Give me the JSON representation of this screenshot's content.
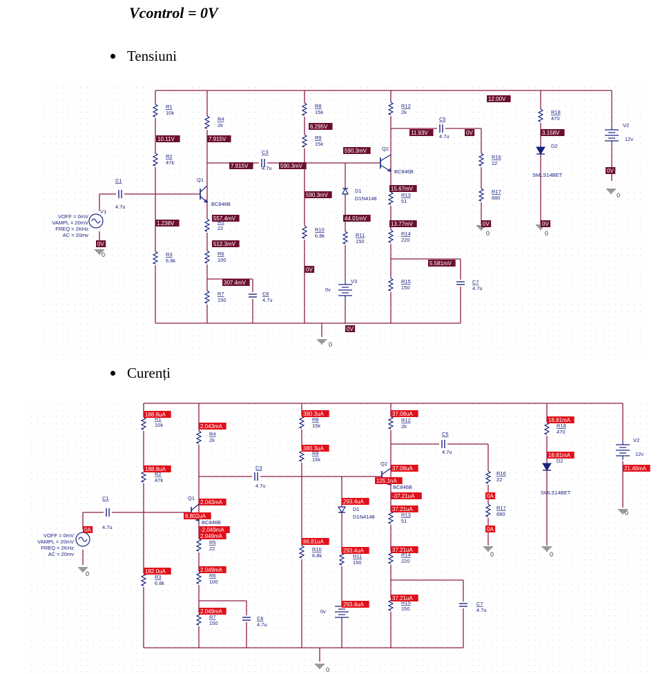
{
  "heading": "Vcontrol = 0V",
  "bullets": [
    "Tensiuni",
    "Curenți"
  ],
  "voltage_schematic": {
    "parts": {
      "R1": [
        "R1",
        "10k"
      ],
      "R2": [
        "R2",
        "47k"
      ],
      "R3": [
        "R3",
        "6.8k"
      ],
      "R4": [
        "R4",
        "2k"
      ],
      "R5": [
        "R5",
        "22"
      ],
      "R6": [
        "R6",
        "100"
      ],
      "R7": [
        "R7",
        "150"
      ],
      "R8": [
        "R8",
        "15k"
      ],
      "R9": [
        "R9",
        "15k"
      ],
      "R10": [
        "R10",
        "6.8k"
      ],
      "R11": [
        "R11",
        "150"
      ],
      "R12": [
        "R12",
        "2k"
      ],
      "R13": [
        "R13",
        "51"
      ],
      "R14": [
        "R14",
        "220"
      ],
      "R15": [
        "R15",
        "150"
      ],
      "R16": [
        "R16",
        "22"
      ],
      "R17": [
        "R17",
        "680"
      ],
      "R18": [
        "R18",
        "470"
      ],
      "C1": [
        "C1",
        "4.7u"
      ],
      "C3": [
        "C3",
        "4.7u"
      ],
      "C5": [
        "C5",
        "4.7u"
      ],
      "C6": [
        "C6",
        "4.7u"
      ],
      "C7": [
        "C7",
        "4.7u"
      ],
      "Q1": [
        "Q1",
        "BC846B"
      ],
      "Q2": [
        "Q2",
        "BC846B"
      ],
      "D1": [
        "D1",
        "D1N4148"
      ],
      "D2": [
        "D2",
        "SMLS14BET"
      ],
      "V2": [
        "V2",
        "12v"
      ],
      "V3": [
        "V3",
        "0v"
      ]
    },
    "source": [
      "VOFF = 0mV",
      "VAMPL = 20mV",
      "FREQ = 2KHz",
      "AC = 20mv",
      "V1"
    ],
    "probes": [
      "12.00V",
      "10.11V",
      "7.915V",
      "6.295V",
      "590.3mV",
      "11.93V",
      "0V",
      "3.158V",
      "7.915V",
      "590.3mV",
      "15.67mV",
      "590.3mV",
      "1.238V",
      "557.4mV",
      "44.01mV",
      "13.77mV",
      "512.3mV",
      "0V",
      "5.581mV",
      "307.4mV",
      "0V",
      "0V",
      "0V",
      "0V",
      "0V"
    ],
    "ground": "0"
  },
  "current_schematic": {
    "parts": {
      "R1": [
        "R1",
        "10k"
      ],
      "R2": [
        "R2",
        "47k"
      ],
      "R3": [
        "R3",
        "6.8k"
      ],
      "R4": [
        "R4",
        "2k"
      ],
      "R5": [
        "R5",
        "22"
      ],
      "R6": [
        "R6",
        "100"
      ],
      "R7": [
        "R7",
        "150"
      ],
      "R8": [
        "R8",
        "15k"
      ],
      "R9": [
        "R9",
        "15k"
      ],
      "R10": [
        "R10",
        "6.8k"
      ],
      "R11": [
        "R11",
        "150"
      ],
      "R12": [
        "R12",
        "2k"
      ],
      "R13": [
        "R13",
        "51"
      ],
      "R14": [
        "R14",
        "220"
      ],
      "R15": [
        "R15",
        "150"
      ],
      "R16": [
        "R16",
        "22"
      ],
      "R17": [
        "R17",
        "680"
      ],
      "R18": [
        "R18",
        "470"
      ],
      "C1": [
        "C1",
        "4.7u"
      ],
      "C3": [
        "C3",
        "4.7u"
      ],
      "C5": [
        "C5",
        "4.7u"
      ],
      "C6": [
        "C6",
        "4.7u"
      ],
      "C7": [
        "C7",
        "4.7u"
      ],
      "Q1": [
        "Q1",
        "BC846B"
      ],
      "Q2": [
        "Q2",
        "BC846B"
      ],
      "D1": [
        "D1",
        "D1N4148"
      ],
      "D2": [
        "D2",
        "SMLS14BET"
      ],
      "V2": [
        "V2",
        "12v"
      ],
      "V3": [
        "",
        "0v"
      ]
    },
    "source": [
      "VOFF = 0mV",
      "VAMPL = 20mV",
      "FREQ = 2KHz",
      "AC = 20mv"
    ],
    "probes": [
      "188.8uA",
      "2.043mA",
      "380.3uA",
      "37.08uA",
      "18.81mA",
      "380.3uA",
      "188.8uA",
      "18.81mA",
      "37.08uA",
      "21.46mA",
      "125.1nA",
      "-37.21uA",
      "2.043mA",
      "293.4uA",
      "0A",
      "6.802uA",
      "37.21uA",
      "-2.049mA",
      "2.049mA",
      "0A",
      "0A",
      "86.81uA",
      "293.4uA",
      "37.21uA",
      "182.0uA",
      "2.049mA",
      "37.21uA",
      "293.4uA",
      "2.049mA"
    ],
    "ground": "0"
  }
}
